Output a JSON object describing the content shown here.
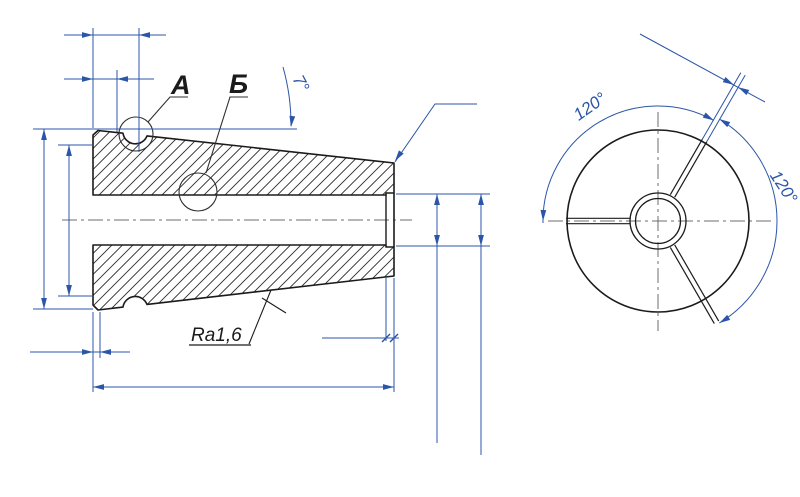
{
  "drawing": {
    "detail_labels": {
      "a": "А",
      "b": "Б"
    },
    "side_view": {
      "taper_angle": "7°",
      "surface_roughness": "Ra1,6"
    },
    "end_view": {
      "slot_angle_upper": "120°",
      "slot_angle_right": "120°"
    },
    "colors": {
      "dimension_blue": "#2b55a8",
      "object_black": "#1b1b1b",
      "centerline_gray": "#6e6e6e",
      "background": "#ffffff"
    }
  }
}
